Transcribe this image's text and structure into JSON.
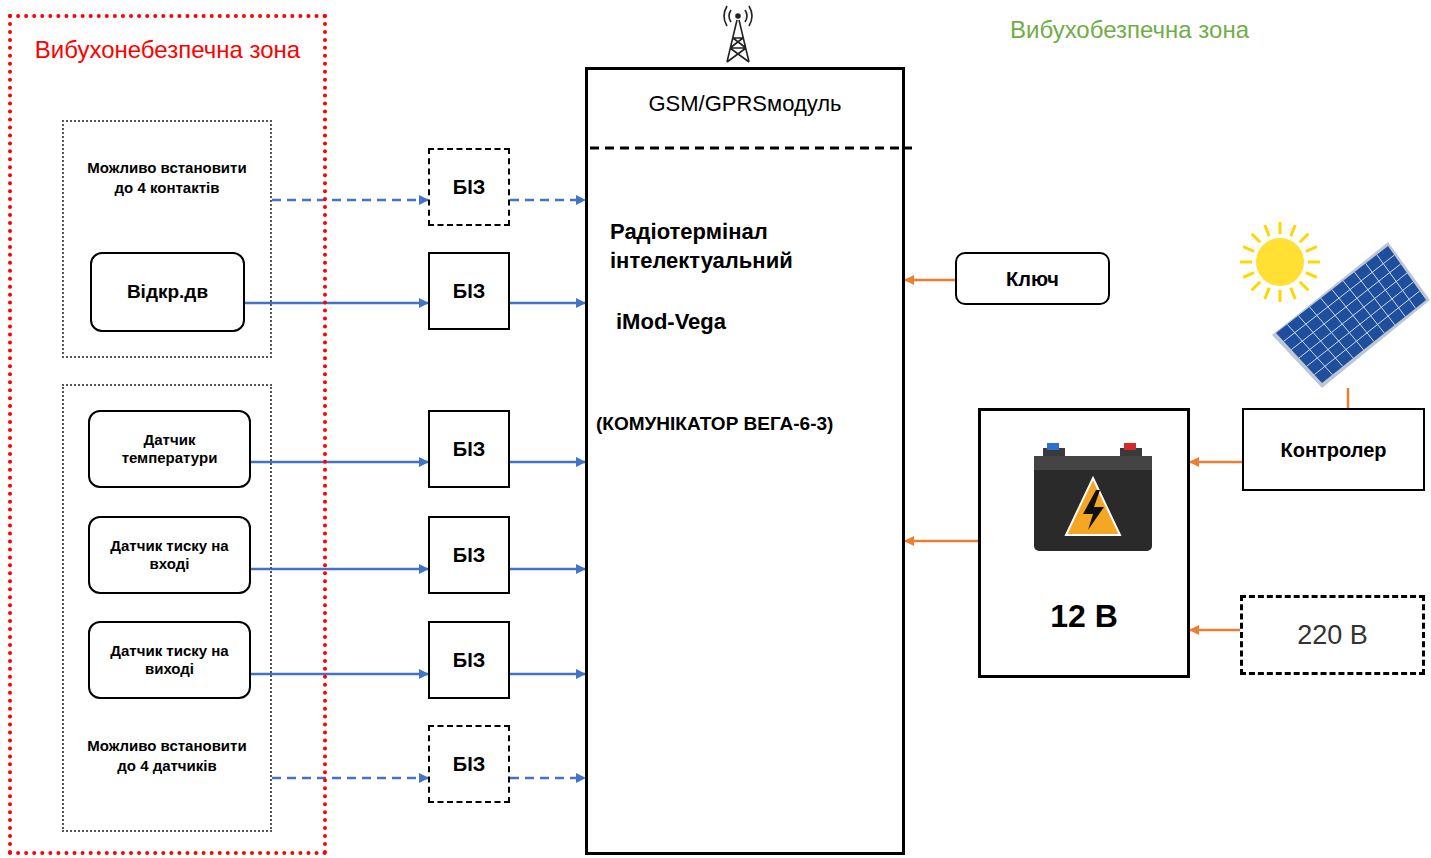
{
  "diagram": {
    "nodes": [
      {
        "text": [
          "Вибухонебезпечна зона"
        ]
      },
      {
        "text": [
          "Можливо встановити до 4 контактів"
        ],
        "in": 0
      },
      {
        "text": [
          "Відкр.дв"
        ],
        "in": 1
      },
      {
        "text": [
          "Можливо встановити до 4 датчиків"
        ],
        "in": 0
      },
      {
        "text": [
          "Датчик температури"
        ],
        "in": 3
      },
      {
        "text": [
          "Датчик тиску на вході"
        ],
        "in": 3
      },
      {
        "text": [
          "Датчик тиску на виході"
        ],
        "in": 3
      },
      {
        "text": [
          "БІЗ"
        ]
      },
      {
        "text": [
          "БІЗ"
        ]
      },
      {
        "text": [
          "БІЗ"
        ]
      },
      {
        "text": [
          "БІЗ"
        ]
      },
      {
        "text": [
          "БІЗ"
        ]
      },
      {
        "text": [
          "БІЗ"
        ]
      },
      {
        "text": [
          "GSM/GPRSмодуль",
          "Радіотермінал інтелектуальний",
          "iMod-Vega",
          "(КОМУНІКАТОР ВЕГА-6-3)"
        ]
      },
      {
        "text": [
          "Ключ"
        ]
      },
      {
        "text": [
          "12 В"
        ]
      },
      {
        "text": [
          "Контролер"
        ]
      },
      {
        "text": [
          "220 В"
        ]
      }
    ],
    "edges": [
      {
        "from": 1,
        "to": 7,
        "arrow": "to"
      },
      {
        "from": 7,
        "to": 13,
        "arrow": "to"
      },
      {
        "from": 2,
        "to": 8,
        "arrow": "to"
      },
      {
        "from": 8,
        "to": 13,
        "arrow": "to"
      },
      {
        "from": 4,
        "to": 9,
        "arrow": "to"
      },
      {
        "from": 9,
        "to": 13,
        "arrow": "to"
      },
      {
        "from": 5,
        "to": 10,
        "arrow": "to"
      },
      {
        "from": 10,
        "to": 13,
        "arrow": "to"
      },
      {
        "from": 6,
        "to": 11,
        "arrow": "to"
      },
      {
        "from": 11,
        "to": 13,
        "arrow": "to"
      },
      {
        "from": 3,
        "to": 12,
        "arrow": "to"
      },
      {
        "from": 12,
        "to": 13,
        "arrow": "to"
      },
      {
        "from": 14,
        "to": 13,
        "arrow": "to"
      },
      {
        "from": 15,
        "to": 13,
        "arrow": "to"
      },
      {
        "from": 16,
        "to": 15,
        "arrow": "to"
      },
      {
        "from": 17,
        "to": 15,
        "arrow": "to"
      }
    ],
    "labels": [
      "Вибухобезпечна зона"
    ]
  }
}
